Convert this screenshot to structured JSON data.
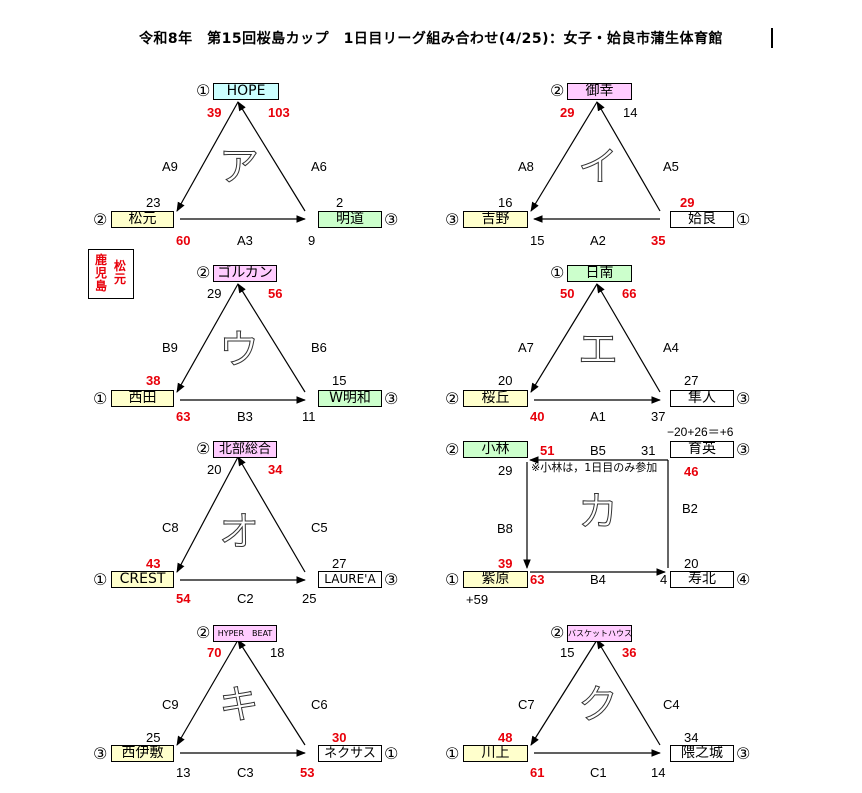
{
  "title": "令和8年　第15回桜島カップ　1日目リーグ組み合わせ(4/25)：女子・姶良市蒲生体育館",
  "colors": {
    "cyan": "#ccffff",
    "pink": "#ffccff",
    "yellow": "#ffffcc",
    "green": "#ccffcc",
    "white": "#ffffff",
    "score_red": "#e8000a"
  },
  "stamp": {
    "col1": "松元",
    "col2": "鹿児島"
  },
  "groups": {
    "a": {
      "glyph": "ア",
      "top": {
        "num": "①",
        "name": "HOPE"
      },
      "left": {
        "num": "②",
        "name": "松元"
      },
      "right": {
        "name": "明道",
        "num": "③"
      },
      "m_left": "A9",
      "m_right": "A6",
      "m_bottom": "A3",
      "s_top_l": "39",
      "s_top_r": "103",
      "s_left_t": "23",
      "s_left_b": "60",
      "s_right_t": "2",
      "s_right_b": "9"
    },
    "i": {
      "glyph": "イ",
      "top": {
        "num": "②",
        "name": "御幸"
      },
      "left": {
        "num": "③",
        "name": "吉野"
      },
      "right": {
        "name": "姶良",
        "num": "①"
      },
      "m_left": "A8",
      "m_right": "A5",
      "m_bottom": "A2",
      "s_top_l": "29",
      "s_top_r": "14",
      "s_left_t": "16",
      "s_left_b": "15",
      "s_right_t": "29",
      "s_right_b": "35"
    },
    "u": {
      "glyph": "ウ",
      "top": {
        "num": "②",
        "name": "ゴルカン"
      },
      "left": {
        "num": "①",
        "name": "西田"
      },
      "right": {
        "name": "W明和",
        "num": "③"
      },
      "m_left": "B9",
      "m_right": "B6",
      "m_bottom": "B3",
      "s_top_l": "29",
      "s_top_r": "56",
      "s_left_t": "38",
      "s_left_b": "63",
      "s_right_t": "15",
      "s_right_b": "11"
    },
    "e": {
      "glyph": "エ",
      "top": {
        "num": "①",
        "name": "日南"
      },
      "left": {
        "num": "②",
        "name": "桜丘"
      },
      "right": {
        "name": "隼人",
        "num": "③"
      },
      "m_left": "A7",
      "m_right": "A4",
      "m_bottom": "A1",
      "s_top_l": "50",
      "s_top_r": "66",
      "s_left_t": "20",
      "s_left_b": "40",
      "s_right_t": "27",
      "s_right_b": "37"
    },
    "o": {
      "glyph": "オ",
      "top": {
        "num": "②",
        "name": "北部総合"
      },
      "left": {
        "num": "①",
        "name": "CREST"
      },
      "right": {
        "name": "LAURE'A",
        "num": "③"
      },
      "m_left": "C8",
      "m_right": "C5",
      "m_bottom": "C2",
      "s_top_l": "20",
      "s_top_r": "34",
      "s_left_t": "43",
      "s_left_b": "54",
      "s_right_t": "27",
      "s_right_b": "25"
    },
    "ki": {
      "glyph": "キ",
      "top": {
        "num": "②",
        "name": "HYPER　BEAT"
      },
      "left": {
        "num": "③",
        "name": "西伊敷"
      },
      "right": {
        "name": "ネクサス",
        "num": "①"
      },
      "m_left": "C9",
      "m_right": "C6",
      "m_bottom": "C3",
      "s_top_l": "70",
      "s_top_r": "18",
      "s_left_t": "25",
      "s_left_b": "13",
      "s_right_t": "30",
      "s_right_b": "53"
    },
    "ku": {
      "glyph": "ク",
      "top": {
        "num": "②",
        "name": "バスケットハウス"
      },
      "left": {
        "num": "①",
        "name": "川上"
      },
      "right": {
        "name": "隈之城",
        "num": "③"
      },
      "m_left": "C7",
      "m_right": "C4",
      "m_bottom": "C1",
      "s_top_l": "15",
      "s_top_r": "36",
      "s_left_t": "48",
      "s_left_b": "61",
      "s_right_t": "34",
      "s_right_b": "14"
    },
    "ka": {
      "glyph": "カ",
      "tl": {
        "num": "②",
        "name": "小林"
      },
      "tr": {
        "name": "育英",
        "num": "③"
      },
      "bl": {
        "num": "①",
        "name": "紫原"
      },
      "br": {
        "name": "寿北",
        "num": "④"
      },
      "m_top": "B5",
      "m_left": "B8",
      "m_right": "B2",
      "m_bottom": "B4",
      "s_tl_r": "51",
      "s_tl_b": "29",
      "s_tr_l": "31",
      "s_tr_b": "46",
      "s_bl_t": "39",
      "s_bl_r": "63",
      "s_bl_note": "+59",
      "s_br_l": "4",
      "s_br_t": "20",
      "calc": "−20+26＝+6",
      "note": "※小林は，1日目のみ参加"
    }
  }
}
